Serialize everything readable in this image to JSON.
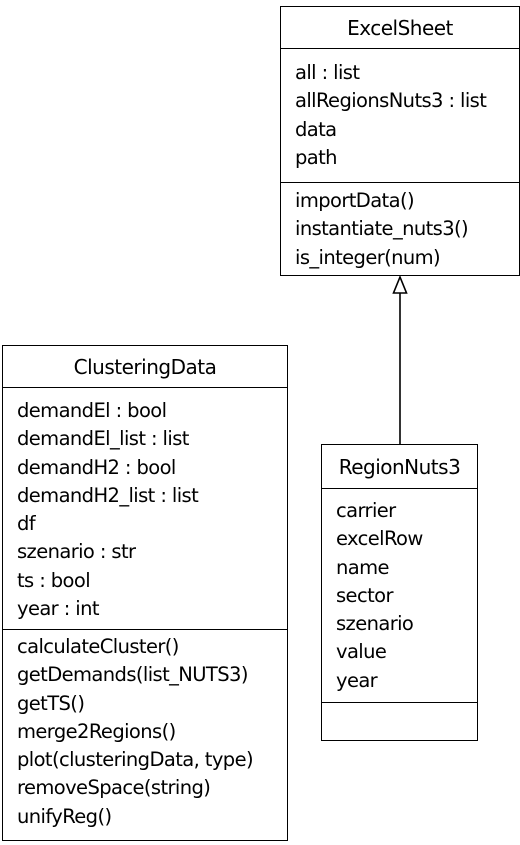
{
  "diagram": {
    "classes": [
      {
        "id": "excelsheet",
        "name": "ExcelSheet",
        "attributes": [
          "all : list",
          "allRegionsNuts3 : list",
          "data",
          "path"
        ],
        "methods": [
          "importData()",
          "instantiate_nuts3()",
          "is_integer(num)"
        ]
      },
      {
        "id": "clusteringdata",
        "name": "ClusteringData",
        "attributes": [
          "demandEl : bool",
          "demandEl_list : list",
          "demandH2 : bool",
          "demandH2_list : list",
          "df",
          "szenario : str",
          "ts : bool",
          "year : int"
        ],
        "methods": [
          "calculateCluster()",
          "getDemands(list_NUTS3)",
          "getTS()",
          "merge2Regions()",
          "plot(clusteringData, type)",
          "removeSpace(string)",
          "unifyReg()"
        ]
      },
      {
        "id": "regionnuts3",
        "name": "RegionNuts3",
        "attributes": [
          "carrier",
          "excelRow",
          "name",
          "sector",
          "szenario",
          "value",
          "year"
        ],
        "methods": []
      }
    ],
    "relations": [
      {
        "type": "generalization",
        "from": "RegionNuts3",
        "to": "ExcelSheet"
      }
    ]
  }
}
